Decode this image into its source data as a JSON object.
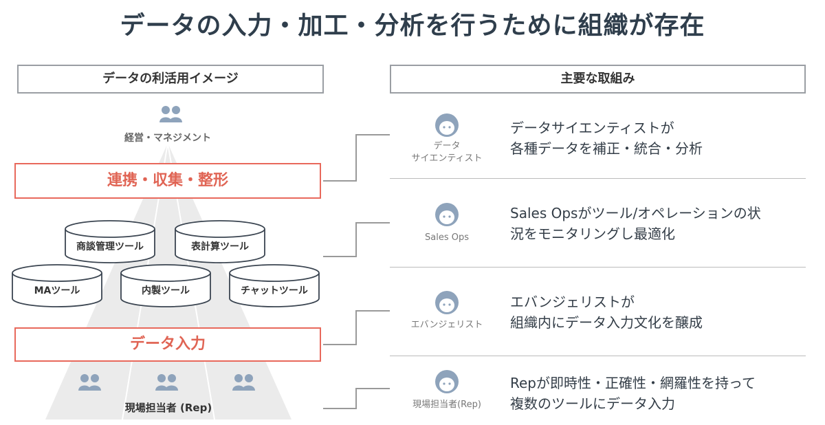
{
  "title": "データの入力・加工・分析を行うために組織が存在",
  "left_header": "データの利活用イメージ",
  "right_header": "主要な取組み",
  "management_label": "経営・マネジメント",
  "collect_label": "連携・収集・整形",
  "input_label": "データ入力",
  "tools": [
    "商談管理ツール",
    "表計算ツール",
    "MAツール",
    "内製ツール",
    "チャットツール"
  ],
  "rep_label": "現場担当者 (Rep)",
  "roles": [
    {
      "label_line1": "データ",
      "label_line2": "サイエンティスト",
      "desc_line1": "データサイエンティストが",
      "desc_line2": "各種データを補正・統合・分析"
    },
    {
      "label_line1": "Sales Ops",
      "label_line2": "",
      "desc_line1": "Sales Opsがツール/オペレーションの状",
      "desc_line2": "況をモニタリングし最適化"
    },
    {
      "label_line1": "エバンジェリスト",
      "label_line2": "",
      "desc_line1": "エバンジェリストが",
      "desc_line2": "組織内にデータ入力文化を醸成"
    },
    {
      "label_line1": "現場担当者(Rep)",
      "label_line2": "",
      "desc_line1": "Repが即時性・正確性・網羅性を持って",
      "desc_line2": "複数のツールにデータ入力"
    }
  ],
  "colors": {
    "accent_red": "#e8685b",
    "icon_blue": "#8ea3bb",
    "pyramid_gray": "#ebebeb",
    "connector_gray": "#999999"
  },
  "icons": [
    "people-icon",
    "face-icon"
  ]
}
